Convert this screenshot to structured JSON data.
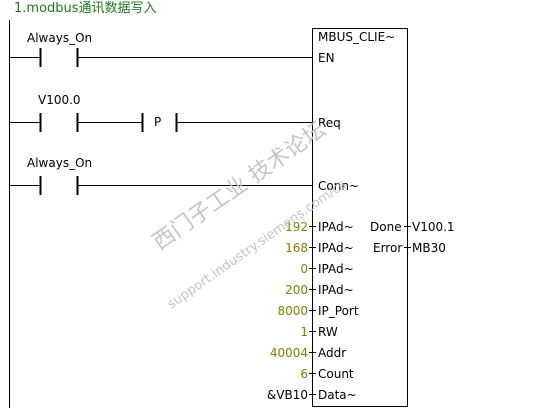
{
  "network": {
    "title": "1.modbus通讯数据写入"
  },
  "contacts": [
    {
      "label": "Always_On"
    },
    {
      "label": "V100.0"
    },
    {
      "label": "Always_On"
    }
  ],
  "edge_contact": {
    "label": "P"
  },
  "block": {
    "name": "MBUS_CLIE~",
    "en": "EN",
    "req": "Req",
    "conn": "Conn~",
    "inputs": [
      {
        "pin": "IPAd~",
        "value": "192"
      },
      {
        "pin": "IPAd~",
        "value": "168"
      },
      {
        "pin": "IPAd~",
        "value": "0"
      },
      {
        "pin": "IPAd~",
        "value": "200"
      },
      {
        "pin": "IP_Port",
        "value": "8000"
      },
      {
        "pin": "RW",
        "value": "1"
      },
      {
        "pin": "Addr",
        "value": "40004"
      },
      {
        "pin": "Count",
        "value": "6"
      },
      {
        "pin": "Data~",
        "value": "&VB10"
      }
    ],
    "outputs": [
      {
        "pin": "Done",
        "value": "V100.1"
      },
      {
        "pin": "Error",
        "value": "MB30"
      }
    ]
  },
  "watermark": {
    "line1": "西门子工业  技术论坛",
    "line2": "support.industry.siemens.com/cs"
  }
}
